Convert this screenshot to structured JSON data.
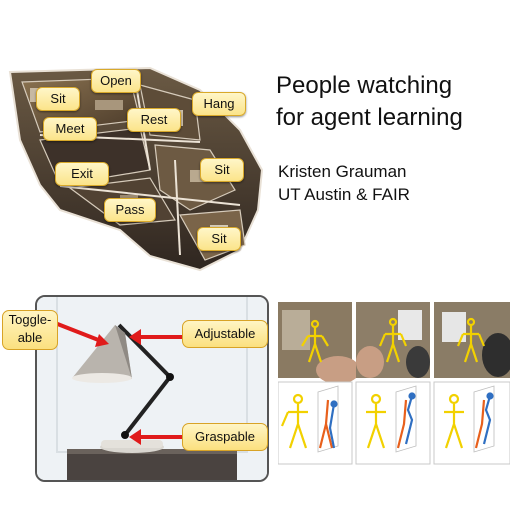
{
  "title": {
    "line1": "People watching",
    "line2": "for agent learning"
  },
  "author": "Kristen Grauman",
  "affiliation": "UT Austin & FAIR",
  "house_labels": {
    "open": "Open",
    "sit_1": "Sit",
    "hang": "Hang",
    "meet": "Meet",
    "rest": "Rest",
    "exit": "Exit",
    "sit_2": "Sit",
    "pass": "Pass",
    "sit_3": "Sit"
  },
  "lamp_labels": {
    "toggleable_line1": "Toggle-",
    "toggleable_line2": "able",
    "adjustable": "Adjustable",
    "graspable": "Graspable"
  },
  "colors": {
    "label_fill": "#fbe48a",
    "label_border": "#d9a92a",
    "arrow": "#e01b1b",
    "skeleton_yellow": "#f2d100",
    "skeleton_orange": "#e8601c",
    "skeleton_blue": "#2f6fc2"
  }
}
